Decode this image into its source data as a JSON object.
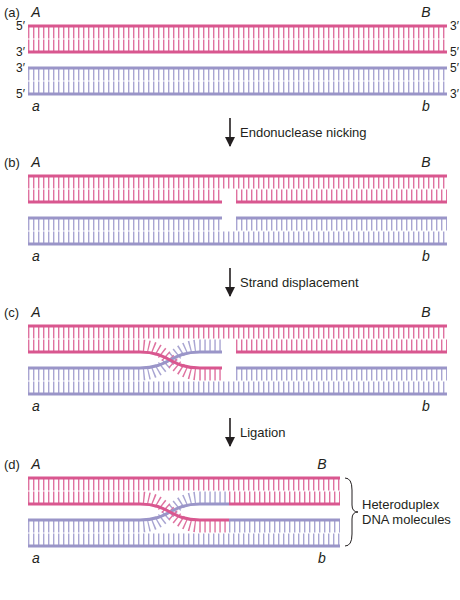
{
  "diagram": {
    "labels": [
      "(a)",
      "A",
      "B",
      "5′",
      "3′",
      "3′",
      "5′",
      "3′",
      "5′",
      "5′",
      "3′",
      "a",
      "b",
      "Endonuclease nicking",
      "(b)",
      "A",
      "B",
      "a",
      "b",
      "Strand displacement",
      "(c)",
      "A",
      "B",
      "a",
      "b",
      "Ligation",
      "(d)",
      "A",
      "B",
      "a",
      "b",
      "Heteroduplex DNA molecules"
    ]
  }
}
